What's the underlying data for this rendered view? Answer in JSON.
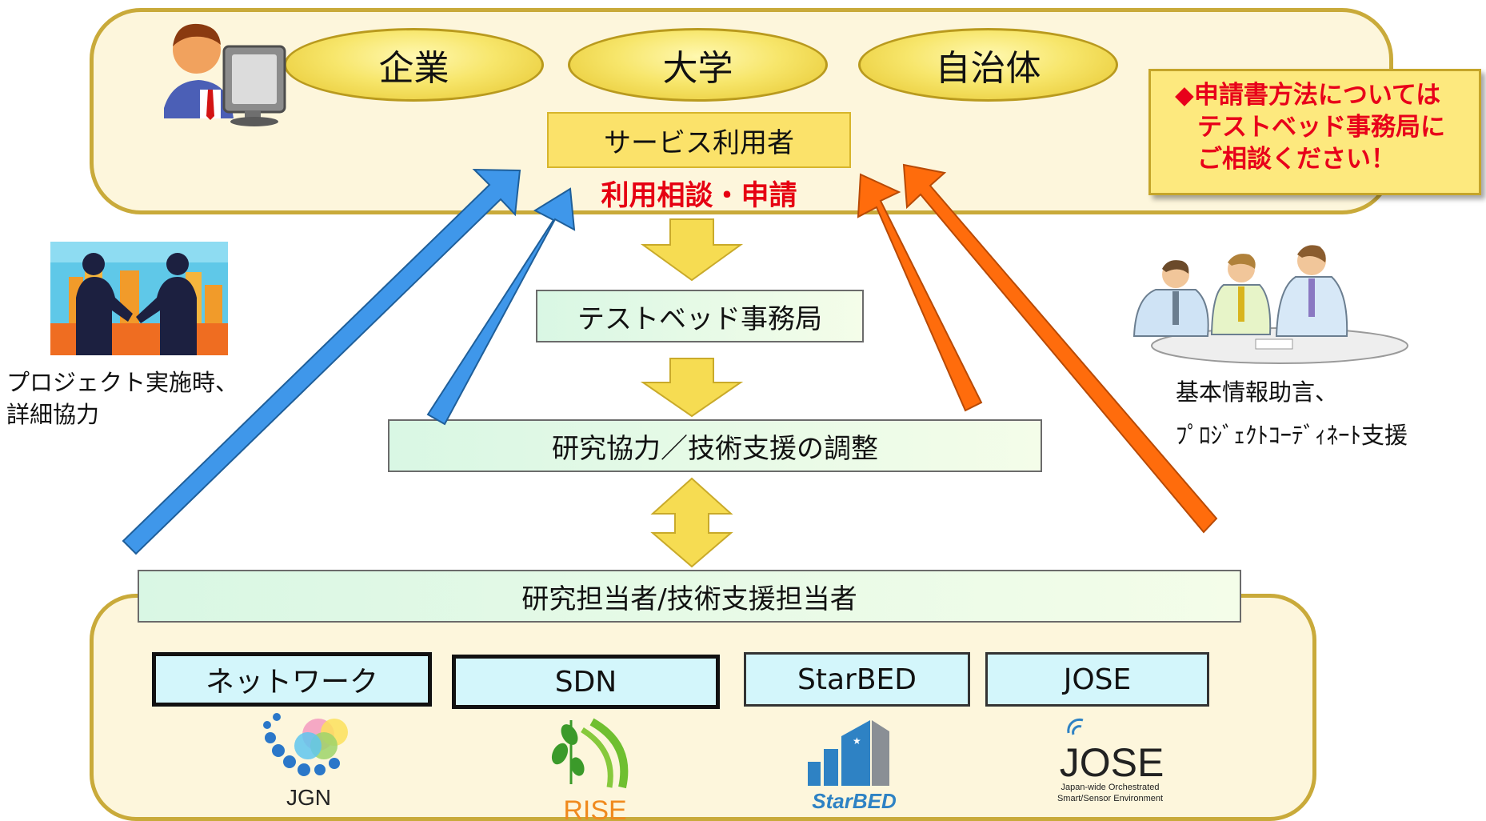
{
  "top": {
    "orgs": [
      "企業",
      "大学",
      "自治体"
    ],
    "user_label": "サービス利用者",
    "request_label": "利用相談・申請",
    "note_lines": [
      "◆申請書方法については",
      "テストベッド事務局に",
      "ご相談ください！"
    ]
  },
  "flow": {
    "office": "テストベッド事務局",
    "coordination": "研究協力／技術支援の調整",
    "staff": "研究担当者/技術支援担当者"
  },
  "left_caption": [
    "プロジェクト実施時、",
    "詳細協力"
  ],
  "right_caption": [
    "基本情報助言、",
    "ﾌﾟﾛｼﾞｪｸﾄｺｰﾃﾞｨﾈｰﾄ支援"
  ],
  "categories": [
    "ネットワーク",
    "SDN",
    "StarBED",
    "JOSE"
  ],
  "logos": {
    "jgn": "JGN",
    "rise": "RISE",
    "starbed": "StarBED",
    "jose": "JOSE",
    "jose_sub1": "Japan-wide Orchestrated",
    "jose_sub2": "Smart/Sensor Environment"
  },
  "colors": {
    "panel_bg": "#fdf6dc",
    "panel_border": "#c9aa3a",
    "blue_arrow": "#3f97ea",
    "orange_arrow": "#ff6c0c",
    "yellow_arrow": "#f6dc52",
    "request_text": "#e60012"
  }
}
